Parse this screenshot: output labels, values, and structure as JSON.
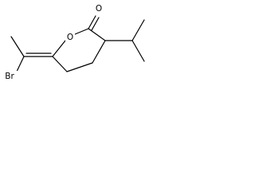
{
  "molecule": {
    "atoms": {
      "bromine": "Br",
      "ring_oxygen": "O",
      "carbonyl_oxygen": "O"
    }
  }
}
